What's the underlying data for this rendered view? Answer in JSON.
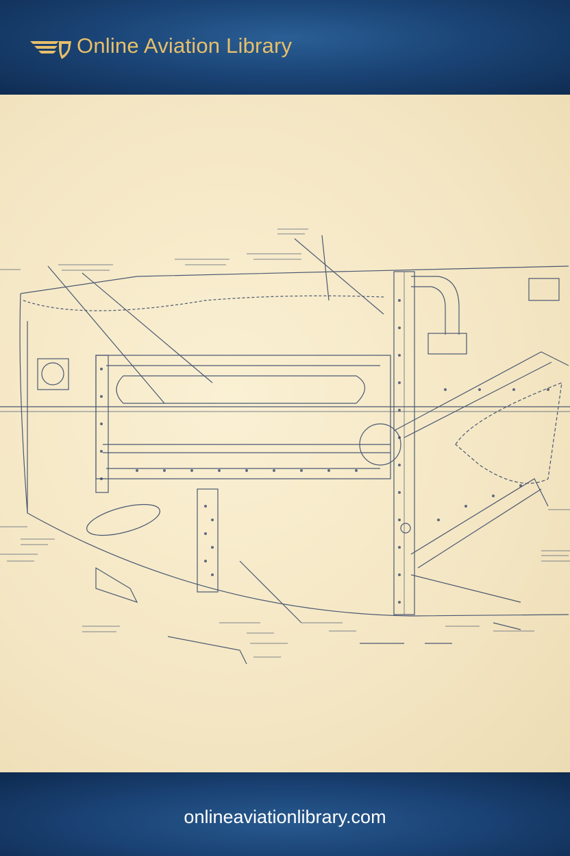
{
  "header": {
    "logo_icon": "winged-shield-icon",
    "brand_name": "Online Aviation Library",
    "brand_color": "#e8bf6a",
    "background_color": "#1b4577"
  },
  "drawing": {
    "description_icon": "aircraft-fuselage-blueprint",
    "paper_color": "#f4e6c3",
    "ink_color": "#2c3f63"
  },
  "footer": {
    "url": "onlineaviationlibrary.com",
    "url_color": "#ffffff"
  }
}
